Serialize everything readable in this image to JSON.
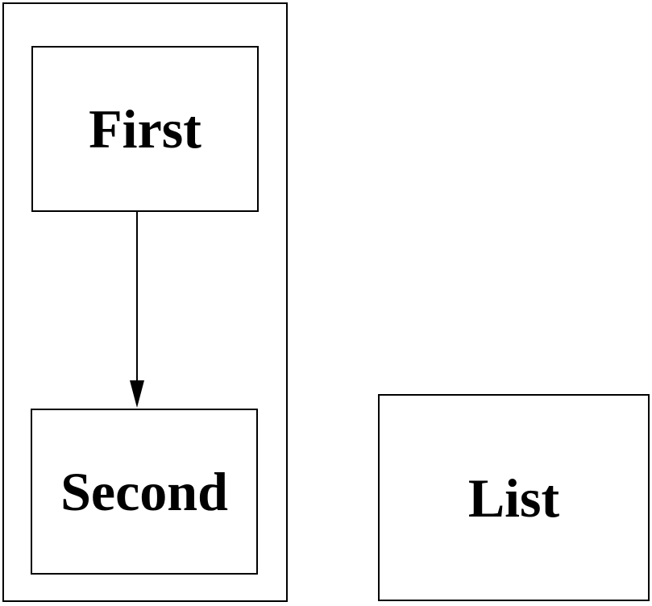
{
  "diagram": {
    "background_color": "#ffffff",
    "line_color": "#000000",
    "text_color": "#000000",
    "cluster": {
      "nodes": [
        {
          "id": "first",
          "label": "First"
        },
        {
          "id": "second",
          "label": "Second"
        }
      ],
      "edges": [
        {
          "from": "first",
          "to": "second",
          "direction": "down",
          "style": "solid",
          "arrowhead": "filled-triangle"
        }
      ]
    },
    "standalone_nodes": [
      {
        "id": "list",
        "label": "List"
      }
    ]
  }
}
